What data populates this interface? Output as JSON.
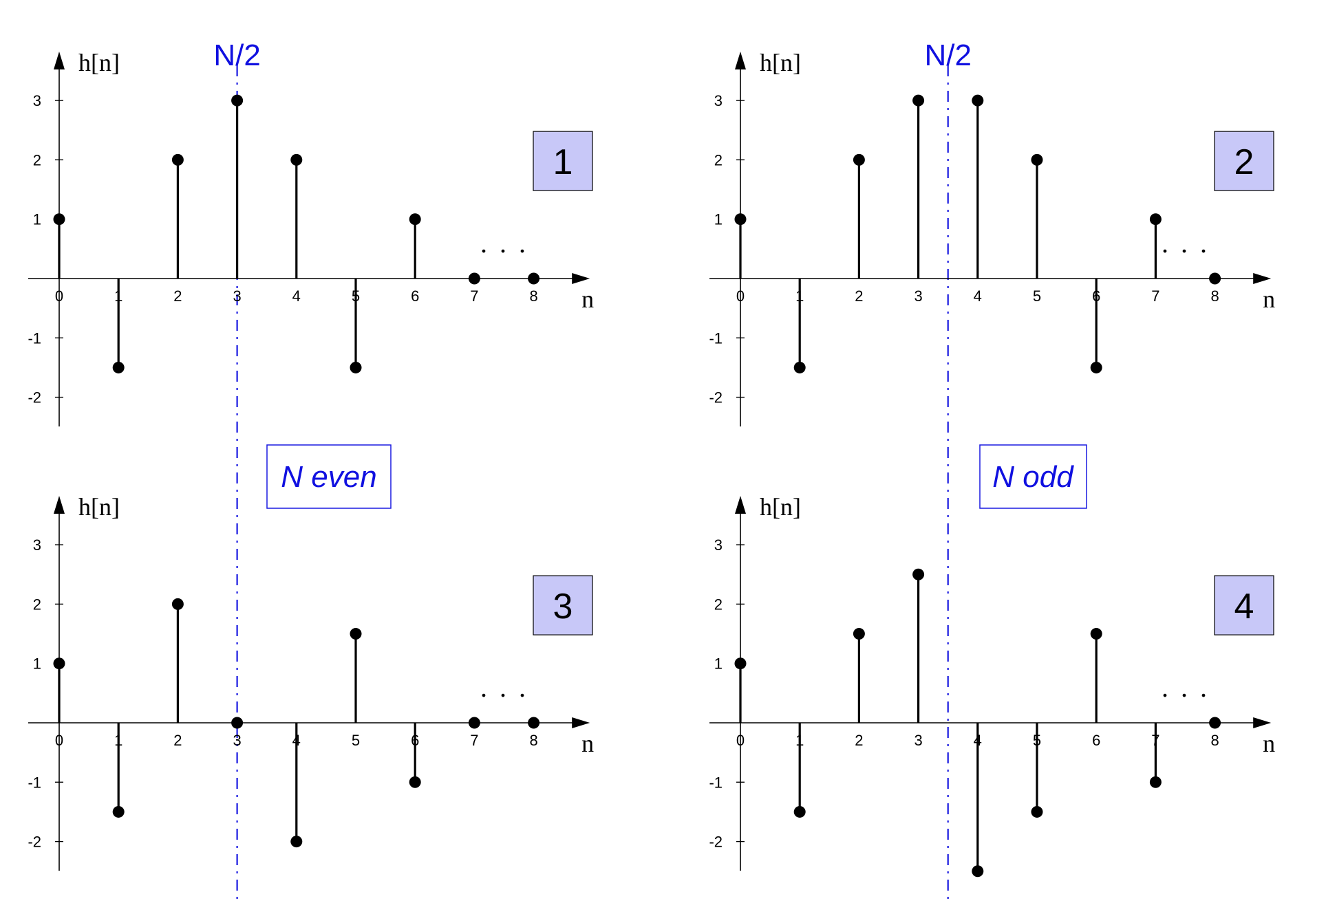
{
  "colors": {
    "stem": "#000000",
    "marker_line": "#1a1ae0",
    "panel_box_fill": "#c8c8f8",
    "case_text": "#1010e0"
  },
  "chart_data": [
    {
      "type": "stem",
      "panel_number": "1",
      "ylabel": "h[n]",
      "xlabel": "n",
      "x": [
        0,
        1,
        2,
        3,
        4,
        5,
        6,
        7,
        8
      ],
      "values": [
        1,
        -1.5,
        2,
        3,
        2,
        -1.5,
        1,
        0,
        0
      ],
      "ylim": [
        -2.4,
        3.5
      ],
      "y_ticks": [
        3,
        2,
        1,
        -1,
        -2
      ],
      "x_ticks": [
        0,
        1,
        2,
        3,
        4,
        5,
        6,
        7,
        8
      ],
      "marker_label": "N/2",
      "marker_x": 3,
      "continuation": ". . ."
    },
    {
      "type": "stem",
      "panel_number": "2",
      "ylabel": "h[n]",
      "xlabel": "n",
      "x": [
        0,
        1,
        2,
        3,
        4,
        5,
        6,
        7,
        8
      ],
      "values": [
        1,
        -1.5,
        2,
        3,
        3,
        2,
        -1.5,
        1,
        0
      ],
      "ylim": [
        -2.4,
        3.5
      ],
      "y_ticks": [
        3,
        2,
        1,
        -1,
        -2
      ],
      "x_ticks": [
        0,
        1,
        2,
        3,
        4,
        5,
        6,
        7,
        8
      ],
      "marker_label": "N/2",
      "marker_x": 3.5,
      "continuation": ". . ."
    },
    {
      "type": "stem",
      "panel_number": "3",
      "ylabel": "h[n]",
      "xlabel": "n",
      "x": [
        0,
        1,
        2,
        3,
        4,
        5,
        6,
        7,
        8
      ],
      "values": [
        1,
        -1.5,
        2,
        0,
        -2,
        1.5,
        -1,
        0,
        0
      ],
      "ylim": [
        -2.4,
        3.5
      ],
      "y_ticks": [
        3,
        2,
        1,
        -1,
        -2
      ],
      "x_ticks": [
        0,
        1,
        2,
        3,
        4,
        5,
        6,
        7,
        8
      ],
      "marker_x": 3,
      "continuation": ". . ."
    },
    {
      "type": "stem",
      "panel_number": "4",
      "ylabel": "h[n]",
      "xlabel": "n",
      "x": [
        0,
        1,
        2,
        3,
        4,
        5,
        6,
        7,
        8
      ],
      "values": [
        1,
        -1.5,
        1.5,
        2.5,
        -2.5,
        -1.5,
        1.5,
        -1,
        0
      ],
      "ylim": [
        -2.4,
        3.5
      ],
      "y_ticks": [
        3,
        2,
        1,
        -1,
        -2
      ],
      "x_ticks": [
        0,
        1,
        2,
        3,
        4,
        5,
        6,
        7,
        8
      ],
      "marker_x": 3.5,
      "continuation": ". . ."
    }
  ],
  "annotations": {
    "left_case": "N even",
    "right_case": "N odd"
  }
}
